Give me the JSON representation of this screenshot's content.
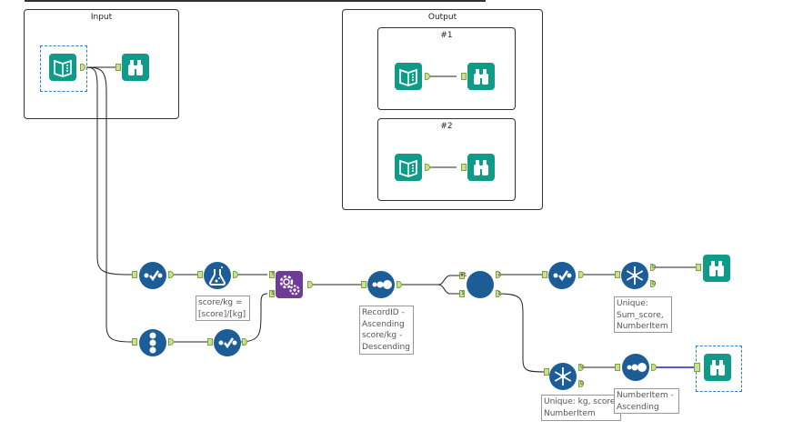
{
  "canvas": {
    "colors": {
      "data_input": "#109b89",
      "browse": "#109b89",
      "preparation": "#1c5d98",
      "macro": "#6f3b96",
      "anchor_fill": "#c6e48b",
      "selected_wire": "#2424c8",
      "selection_border": "#2b7ed3"
    }
  },
  "containers": {
    "input": {
      "title": "Input"
    },
    "output": {
      "title": "Output"
    },
    "output_1": {
      "title": "#1"
    },
    "output_2": {
      "title": "#2"
    }
  },
  "tools": [
    {
      "id": "input-data",
      "type": "Input Data",
      "icon": "book-icon"
    },
    {
      "id": "browse-input",
      "type": "Browse",
      "icon": "binoculars-icon"
    },
    {
      "id": "output-1-input",
      "type": "Input Data",
      "icon": "book-icon"
    },
    {
      "id": "output-1-browse",
      "type": "Browse",
      "icon": "binoculars-icon"
    },
    {
      "id": "output-2-input",
      "type": "Input Data",
      "icon": "book-icon"
    },
    {
      "id": "output-2-browse",
      "type": "Browse",
      "icon": "binoculars-icon"
    },
    {
      "id": "select-1",
      "type": "Select",
      "icon": "check-select-icon"
    },
    {
      "id": "formula",
      "type": "Formula",
      "icon": "flask-icon"
    },
    {
      "id": "record-id",
      "type": "Record ID",
      "icon": "numbered-list-icon"
    },
    {
      "id": "select-2",
      "type": "Select",
      "icon": "check-select-icon"
    },
    {
      "id": "append-macro",
      "type": "Macro",
      "icon": "gears-icon"
    },
    {
      "id": "sort-1",
      "type": "Sort",
      "icon": "sort-dots-icon"
    },
    {
      "id": "join-multiple",
      "type": "Macro Circle",
      "icon": "circle-icon"
    },
    {
      "id": "select-3",
      "type": "Select",
      "icon": "check-select-icon"
    },
    {
      "id": "unique-1",
      "type": "Unique",
      "icon": "snowflake-icon"
    },
    {
      "id": "browse-top",
      "type": "Browse",
      "icon": "binoculars-icon"
    },
    {
      "id": "unique-2",
      "type": "Unique",
      "icon": "snowflake-icon"
    },
    {
      "id": "sort-2",
      "type": "Sort",
      "icon": "sort-dots-icon"
    },
    {
      "id": "browse-bottom",
      "type": "Browse",
      "icon": "binoculars-icon"
    }
  ],
  "anchors": {
    "macro_in_top": "T",
    "macro_in_bottom": "S",
    "circle_in_top": "#1",
    "circle_in_bottom": "1",
    "circle_out_top": "2",
    "circle_out_bottom": "1",
    "unique_out_top": "U",
    "unique_out_bottom": "D"
  },
  "annotations": {
    "formula": "score/kg = [score]/[kg]",
    "sort_1": "RecordID - Ascending score/kg - Descending",
    "unique_1": "Unique: Sum_score, NumberItem",
    "unique_2": "Unique: kg, score, NumberItem",
    "sort_2": "NumberItem - Ascending"
  }
}
